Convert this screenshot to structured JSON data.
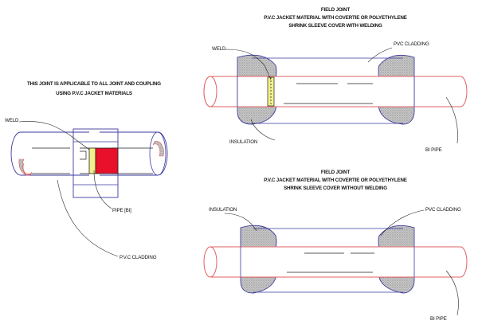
{
  "colors": {
    "pipe_outline": "#e06060",
    "jacket_outline": "#3a3aa0",
    "insulation_fill": "#c8c8c8",
    "pipe_fill": "#e8102a",
    "weld_fill": "#f3f08a"
  },
  "left": {
    "title_line1": "THIS JOINT IS APPLICABLE TO ALL JOINT AND COUPLING",
    "title_line2": "USING P.V.C JACKET MATERIALS",
    "label_weld": "WELD",
    "label_pipe": "PIPE [BI]",
    "label_cladding": "P.V.C CLADDING"
  },
  "top_right": {
    "title_line1": "FIELD JOINT",
    "title_line2": "P.V.C JACKET MATERIAL WITH COVERTIE OR POLYETHYLENE",
    "title_line3": "SHRINK SLEEVE COVER WITH WELDING",
    "label_weld": "WELD",
    "label_cladding": "PVC CLADDING",
    "label_insulation": "INSULATION",
    "label_pipe": "BI PIPE"
  },
  "bottom_right": {
    "title_line1": "FIELD JOINT",
    "title_line2": "P.V.C JACKET MATERIAL WITH COVERTIE OR POLYETHYLENE",
    "title_line3": "SHRINK SLEEVE COVER WITHOUT WELDING",
    "label_insulation": "INSULATION",
    "label_cladding": "PVC CLADDING",
    "label_pipe": "BI PIPE"
  }
}
